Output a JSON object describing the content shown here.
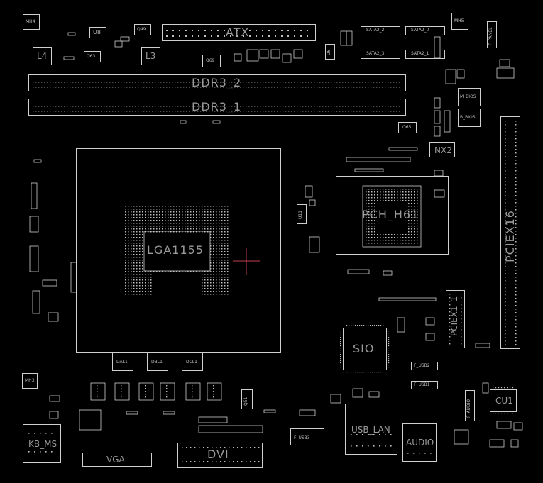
{
  "board": {
    "background": "#000000",
    "outline_color": "#cfcfcf",
    "label_color": "#9a9a9a",
    "marker_color": "#c0404a"
  },
  "labels": {
    "mh4": "MH4",
    "mh5": "MH5",
    "mh3": "MH3",
    "u8": "U8",
    "q49": "Q49",
    "atx": "ATX",
    "sata2_2": "SATA2_2",
    "sata2_0": "SATA2_0",
    "sata2_3": "SATA2_3",
    "sata2_1": "SATA2_1",
    "l4": "L4",
    "q63": "Q63",
    "l3": "L3",
    "q69": "Q69",
    "u6": "U6",
    "f_panel": "F_PANEL",
    "ddr3_2": "DDR3_2",
    "ddr3_1": "DDR3_1",
    "q65": "Q65",
    "nx2": "NX2",
    "m_bios": "M_BIOS",
    "b_bios": "B_BIOS",
    "pciex16": "PCIEX16",
    "pch_h61": "PCH_H61",
    "lga1155": "LGA1155",
    "u11": "U11",
    "pciex1_1": "PCIEX1_1",
    "sio": "SIO",
    "dal1": "DAL1",
    "dbl1": "DBL1",
    "dcl1": "DCL1",
    "f_usb2": "F_USB2",
    "f_usb1": "F_USB1",
    "f_usb3": "F_USB3",
    "f_audio": "F_AUDIO",
    "cu1": "CU1",
    "q51": "Q51",
    "kb_ms": "KB_MS",
    "vga": "VGA",
    "dvi": "DVI",
    "usb_lan": "USB_LAN",
    "audio": "AUDIO"
  }
}
